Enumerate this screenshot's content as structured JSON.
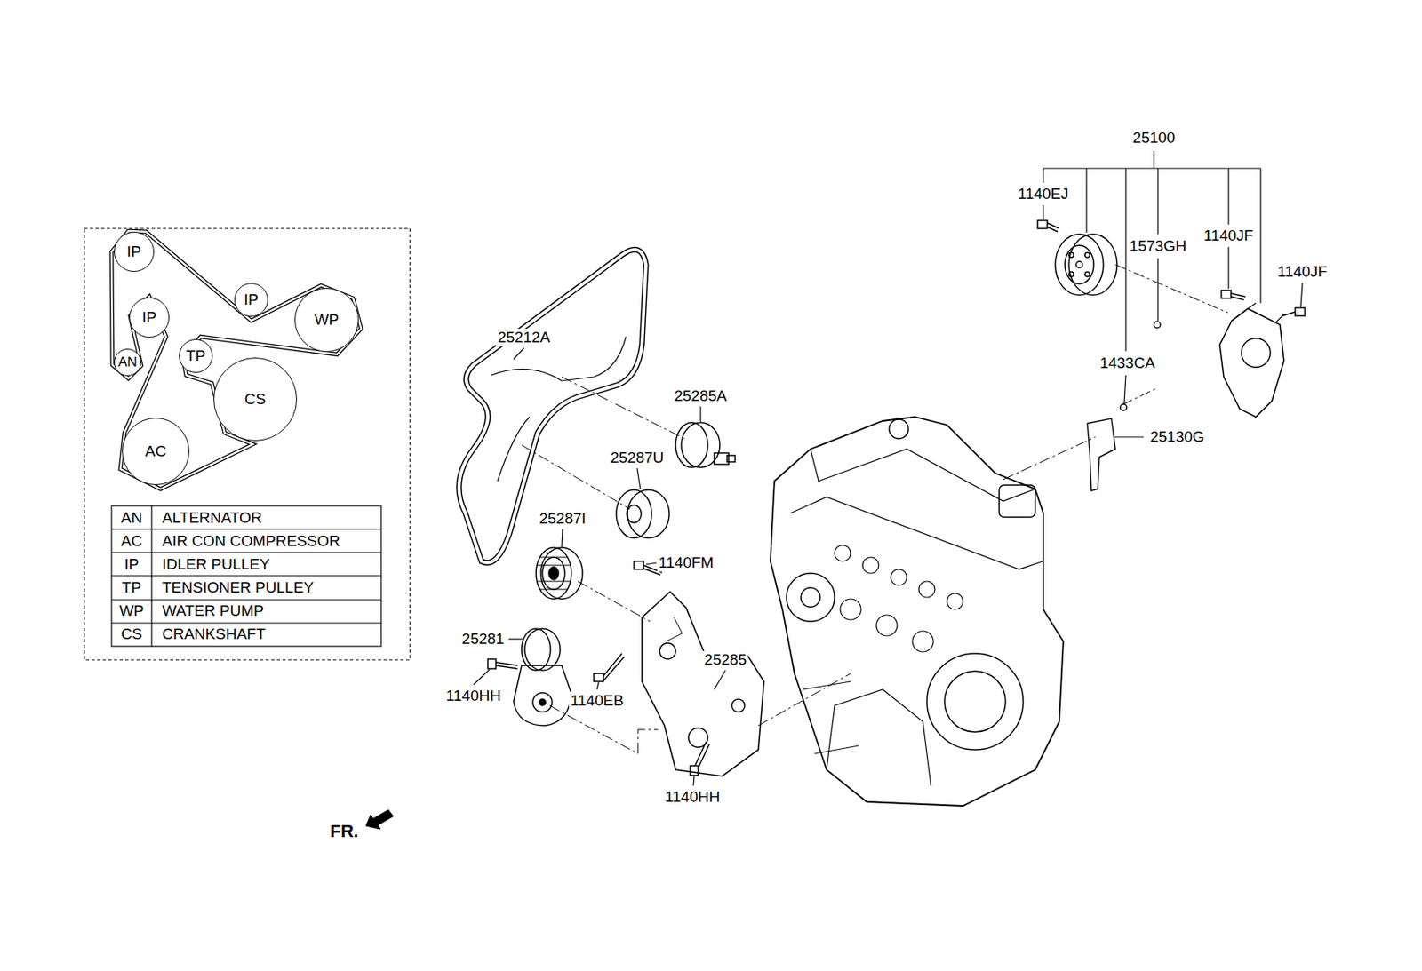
{
  "diagram": {
    "nodes": [
      {
        "text": [
          "IP"
        ]
      },
      {
        "text": [
          "IP"
        ]
      },
      {
        "text": [
          "WP"
        ]
      },
      {
        "text": [
          "IP"
        ]
      },
      {
        "text": [
          "AN"
        ]
      },
      {
        "text": [
          "TP"
        ]
      },
      {
        "text": [
          "CS"
        ]
      },
      {
        "text": [
          "AC"
        ]
      }
    ],
    "labels": [
      "25100",
      "1140EJ",
      "1140JF",
      "1573GH",
      "1140JF",
      "25212A",
      "1433CA",
      "25285A",
      "25130G",
      "25287U",
      "25287I",
      "1140FM",
      "AN",
      "ALTERNATOR",
      "AC",
      "AIR CON COMPRESSOR",
      "IP",
      "IDLER PULLEY",
      "TP",
      "TENSIONER PULLEY",
      "WP",
      "WATER PUMP",
      "CS",
      "CRANKSHAFT",
      "25281",
      "25285",
      "1140HH",
      "1140EB",
      "1140HH",
      "FR."
    ]
  }
}
